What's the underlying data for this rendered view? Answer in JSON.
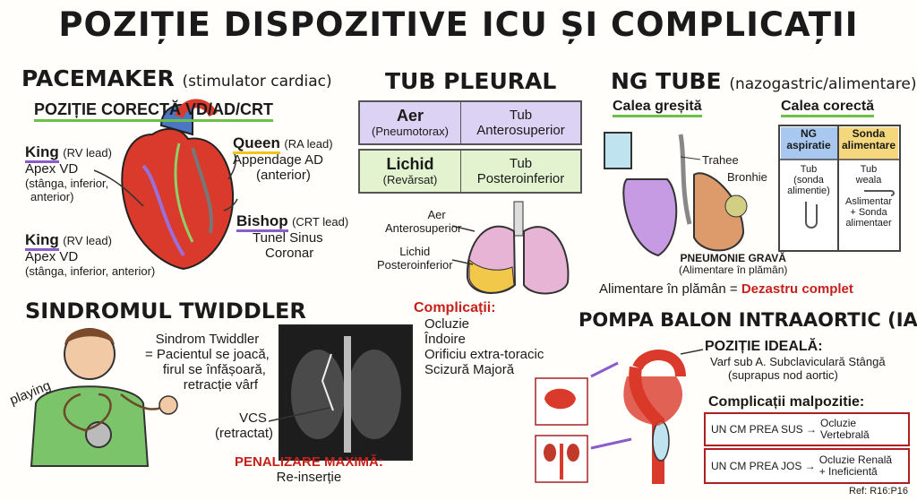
{
  "title": "POZIȚIE DISPOZITIVE ICU ȘI COMPLICAȚII",
  "pacemaker": {
    "heading": "PACEMAKER",
    "heading_sub": "(stimulator cardiac)",
    "position": "POZIȚIE CORECTĂ VD/AD/CRT",
    "king1_name": "King",
    "king1_tag": "(RV lead)",
    "king1_l1": "Apex VD",
    "king1_l2": "(stânga, inferior,",
    "king1_l3": "anterior)",
    "king2_name": "King",
    "king2_tag": "(RV lead)",
    "king2_l1": "Apex VD",
    "king2_l2": "(stânga, inferior, anterior)",
    "queen_name": "Queen",
    "queen_tag": "(RA lead)",
    "queen_l1": "Appendage AD",
    "queen_l2": "(anterior)",
    "bishop_name": "Bishop",
    "bishop_tag": "(CRT lead)",
    "bishop_l1": "Tunel Sinus",
    "bishop_l2": "Coronar"
  },
  "pleural": {
    "heading": "TUB PLEURAL",
    "row1_left": "Aer",
    "row1_left_sub": "(Pneumotorax)",
    "row1_right1": "Tub",
    "row1_right2": "Anterosuperior",
    "row2_left": "Lichid",
    "row2_left_sub": "(Revărsat)",
    "row2_right1": "Tub",
    "row2_right2": "Posteroinferior",
    "air_l1": "Aer",
    "air_l2": "Anterosuperior",
    "fluid_l1": "Lichid",
    "fluid_l2": "Posteroinferior",
    "compl_title": "Complicații:",
    "compl_items": [
      "Ocluzie",
      "Îndoire",
      "Orificiu extra-toracic",
      "Scizură Majoră"
    ]
  },
  "ng": {
    "heading": "NG TUBE",
    "heading_sub": "(nazogastric/alimentare)",
    "wrong": "Calea greșită",
    "right": "Calea corectă",
    "trahee": "Trahee",
    "bronhie": "Bronhie",
    "pneumonia_l1": "PNEUMONIE GRAVĂ",
    "pneumonia_l2": "(Alimentare în plămân)",
    "feeding": "Alimentare în plămân =",
    "disaster": "Dezastru complet",
    "col1_h1": "NG",
    "col1_h2": "aspiratie",
    "col1_b1": "Tub",
    "col1_b2": "(sonda",
    "col1_b3": "alimentie)",
    "col2_h1": "Sonda",
    "col2_h2": "alimentare",
    "col2_b1": "Tub",
    "col2_b2": "weala",
    "col2_b3": "Aslimentar",
    "col2_b4": "+ Sonda",
    "col2_b5": "alimentaer"
  },
  "twiddler": {
    "heading": "SINDROMUL TWIDDLER",
    "playing": "playing",
    "d1": "Sindrom Twiddler",
    "d2": "= Pacientul se joacă,",
    "d3": "firul se înfășoară,",
    "d4": "retracție vârf",
    "vcs1": "VCS",
    "vcs2": "(retractat)",
    "penalty": "PENALIZARE MAXIMĂ:",
    "reinsert": "Re-inserție"
  },
  "iabp": {
    "heading": "POMPA BALON INTRAAORTIC (IABP)",
    "ideal": "POZIȚIE IDEALĂ:",
    "ideal_l1": "Varf sub A. Subclaviculară Stângă",
    "ideal_l2": "(suprapus nod aortic)",
    "malpos": "Complicații malpozitie:",
    "box1_left": "UN CM PREA SUS →",
    "box1_r1": "Ocluzie",
    "box1_r2": "Vertebrală",
    "box2_left": "UN CM PREA JOS →",
    "box2_r1": "Ocluzie Renală",
    "box2_r2": "+ Ineficientă"
  },
  "ref": "Ref: R16:P16",
  "colors": {
    "accent_red": "#c6201d",
    "purple": "#8a5cc9",
    "heart_red": "#d93a2b"
  }
}
